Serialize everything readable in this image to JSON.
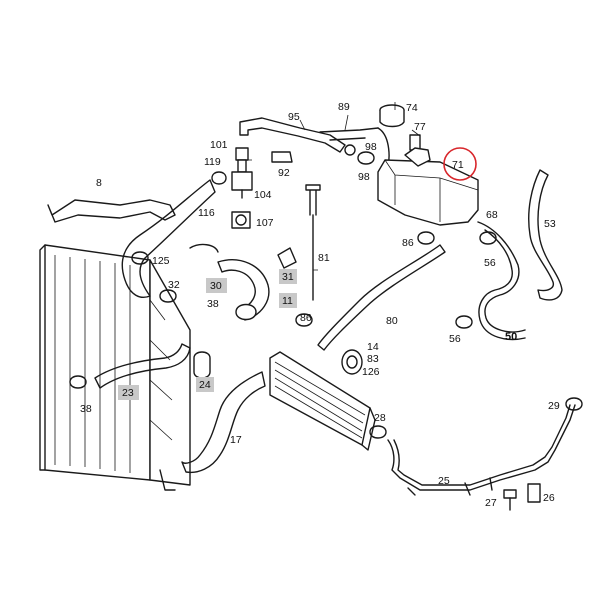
{
  "highlight_color": "#d8262b",
  "tag_color": "#c8c8c8",
  "callouts": {
    "c8": "8",
    "c95": "95",
    "c89": "89",
    "c74": "74",
    "c77": "77",
    "c101": "101",
    "c119": "119",
    "c92": "92",
    "c98a": "98",
    "c98b": "98",
    "c71": "71",
    "c104": "104",
    "c116": "116",
    "c107": "107",
    "c68": "68",
    "c53": "53",
    "c125": "125",
    "c86a": "86",
    "c81": "81",
    "c32": "32",
    "c56a": "56",
    "c38a": "38",
    "c80": "80",
    "c86b": "86",
    "c56b": "56",
    "c50": "50",
    "c14": "14",
    "c83": "83",
    "c126": "126",
    "c38b": "38",
    "c29": "29",
    "c28": "28",
    "c17": "17",
    "c25": "25",
    "c27": "27",
    "c26": "26"
  },
  "tags": {
    "t30": "30",
    "t31": "31",
    "t11": "11",
    "t23": "23",
    "t24": "24"
  }
}
